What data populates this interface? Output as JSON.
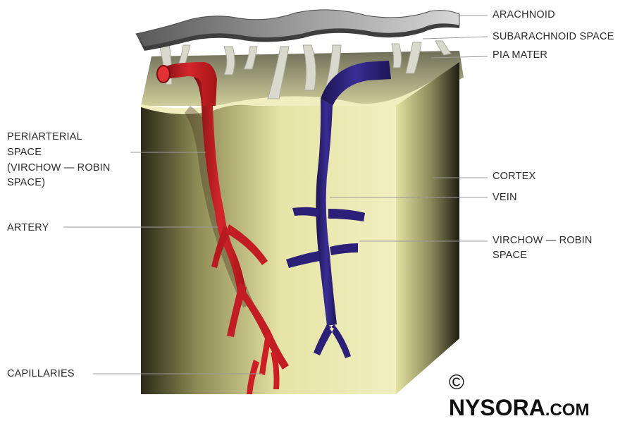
{
  "labels": {
    "arachnoid": "ARACHNOID",
    "subarachnoid_space": "SUBARACHNOID SPACE",
    "pia_mater": "PIA MATER",
    "periarterial_line1": "PERIARTERIAL",
    "periarterial_line2": "SPACE",
    "periarterial_line3": "(VIRCHOW — ROBIN",
    "periarterial_line4": "SPACE)",
    "cortex": "CORTEX",
    "vein": "VEIN",
    "virchow_robin_line1": "VIRCHOW — ROBIN",
    "virchow_robin_line2": "SPACE",
    "artery": "ARTERY",
    "capillaries": "CAPILLARIES"
  },
  "watermark": {
    "symbol": "©",
    "brand": "NYSORA",
    "suffix": ".com"
  },
  "colors": {
    "artery": "#cc1f24",
    "vein": "#2b1f78",
    "cortex": "#e9e7a8",
    "arachnoid": "#8a8a8a",
    "leader_line": "#9a9a9a"
  }
}
